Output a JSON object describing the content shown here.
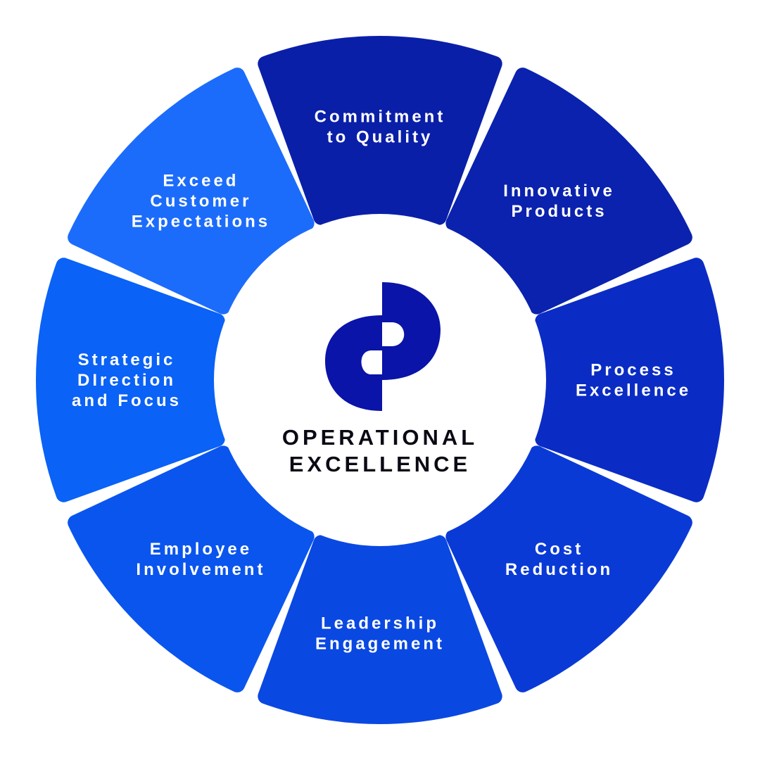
{
  "center": {
    "title_lines": [
      "OPERATIONAL",
      "EXCELLENCE"
    ],
    "logo_color": "#0a14a8"
  },
  "segments": [
    {
      "lines": [
        "Commitment",
        "to Quality"
      ],
      "color": "#0a1fa8"
    },
    {
      "lines": [
        "Innovative",
        "Products"
      ],
      "color": "#0a22ad"
    },
    {
      "lines": [
        "Process",
        "Excellence"
      ],
      "color": "#0a2cc4"
    },
    {
      "lines": [
        "Cost",
        "Reduction"
      ],
      "color": "#0a3ad6"
    },
    {
      "lines": [
        "Leadership",
        "Engagement"
      ],
      "color": "#0a48e2"
    },
    {
      "lines": [
        "Employee",
        "Involvement"
      ],
      "color": "#0a55ee"
    },
    {
      "lines": [
        "Strategic",
        "DIrection",
        "and Focus"
      ],
      "color": "#0a62f6"
    },
    {
      "lines": [
        "Exceed",
        "Customer",
        "Expectations"
      ],
      "color": "#1c6cfb"
    }
  ]
}
